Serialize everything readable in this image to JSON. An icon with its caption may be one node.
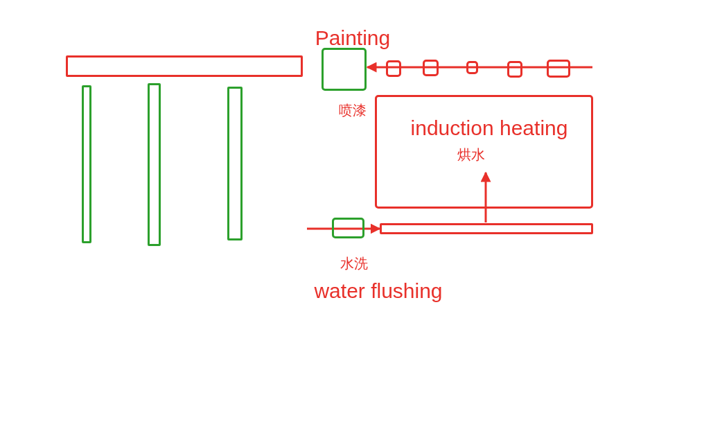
{
  "diagram": {
    "nodes": [
      {
        "text": [],
        "shape": "bar"
      },
      {
        "text": [],
        "shape": "bar"
      },
      {
        "text": [],
        "shape": "bar"
      },
      {
        "text": [],
        "shape": "bar"
      },
      {
        "text": [
          "Painting"
        ],
        "beside": [
          "喷漆"
        ]
      },
      {
        "text": [],
        "shape": "box"
      },
      {
        "text": [],
        "shape": "box"
      },
      {
        "text": [],
        "shape": "box"
      },
      {
        "text": [],
        "shape": "box"
      },
      {
        "text": [],
        "shape": "box"
      },
      {
        "text": [
          "induction heating",
          "烘水"
        ]
      },
      {
        "text": [],
        "shape": "box",
        "beside": [
          "水洗",
          "water flushing"
        ]
      },
      {
        "text": [],
        "shape": "bar"
      }
    ],
    "edges": [
      {
        "from": null,
        "to": 4,
        "arrow": "to"
      },
      {
        "from": null,
        "to": 12,
        "arrow": "to"
      },
      {
        "from": 12,
        "to": 10,
        "arrow": "to"
      }
    ]
  }
}
